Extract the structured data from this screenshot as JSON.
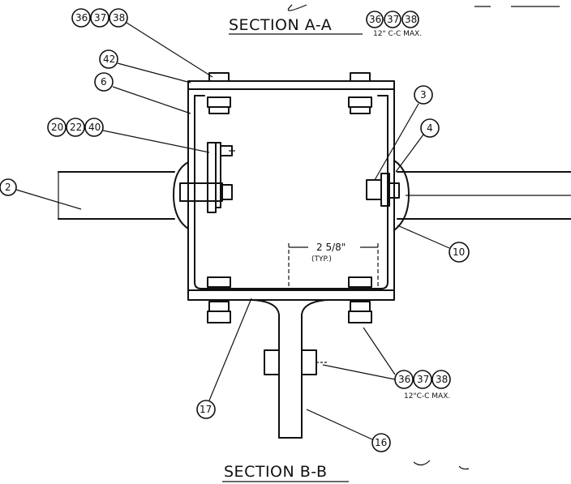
{
  "titles": {
    "top": "SECTION A-A",
    "bottom": "SECTION B-B"
  },
  "callouts": {
    "top_left_group": [
      "36",
      "37",
      "38"
    ],
    "top_right_group": [
      "36",
      "37",
      "38"
    ],
    "top_right_note": "12\" C-C MAX.",
    "right_group": [
      "36",
      "37",
      "38"
    ],
    "right_note": "12\"C-C MAX.",
    "left_group": [
      "20",
      "22",
      "40"
    ],
    "item_42": "42",
    "item_6": "6",
    "item_2": "2",
    "item_3": "3",
    "item_4": "4",
    "item_10": "10",
    "item_17": "17",
    "item_16": "16"
  },
  "dimension": {
    "value": "2 5/8\"",
    "note": "(TYP.)"
  },
  "colors": {
    "ink": "#111111",
    "paper": "#ffffff"
  }
}
